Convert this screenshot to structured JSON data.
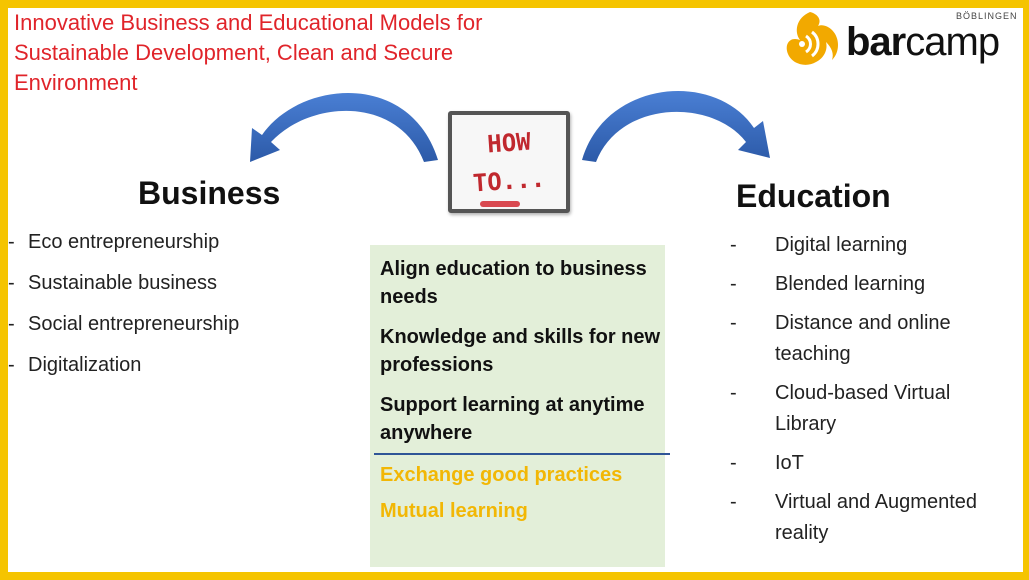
{
  "title": {
    "lines": [
      "Innovative Business and Educational Models for",
      "Sustainable Development, Clean and Secure",
      "Environment"
    ]
  },
  "logo": {
    "wordmark_bold": "bar",
    "wordmark_light": "camp",
    "subtitle": "BÖBLINGEN"
  },
  "board": {
    "line1": "HOW",
    "line2": "TO..."
  },
  "business": {
    "heading": "Business",
    "items": [
      {
        "dash": "-",
        "text": "Eco entrepreneurship"
      },
      {
        "dash": "-",
        "text": "Sustainable business"
      },
      {
        "dash": "-",
        "text": "Social entrepreneurship"
      },
      {
        "dash": "-",
        "text": "Digitalization"
      }
    ]
  },
  "center": {
    "items": [
      "Align education to business needs",
      "Knowledge and skills for new professions",
      "Support learning at anytime anywhere"
    ],
    "highlight_items": [
      "Exchange good practices",
      "Mutual learning"
    ]
  },
  "education": {
    "heading": "Education",
    "items": [
      {
        "dash": "-",
        "text": "Digital learning"
      },
      {
        "dash": "-",
        "text": "Blended learning"
      },
      {
        "dash": "-",
        "text": "Distance and online teaching"
      },
      {
        "dash": "-",
        "text": "Cloud-based Virtual Library"
      },
      {
        "dash": "-",
        "text": "IoT"
      },
      {
        "dash": "-",
        "text": "Virtual and Augmented reality"
      }
    ]
  },
  "colors": {
    "frame": "#f5c400",
    "title": "#e0242a",
    "arrow": "#3a6fc4",
    "center_box": "#e3efd9",
    "highlight": "#f2b705",
    "divider": "#2f5597"
  }
}
